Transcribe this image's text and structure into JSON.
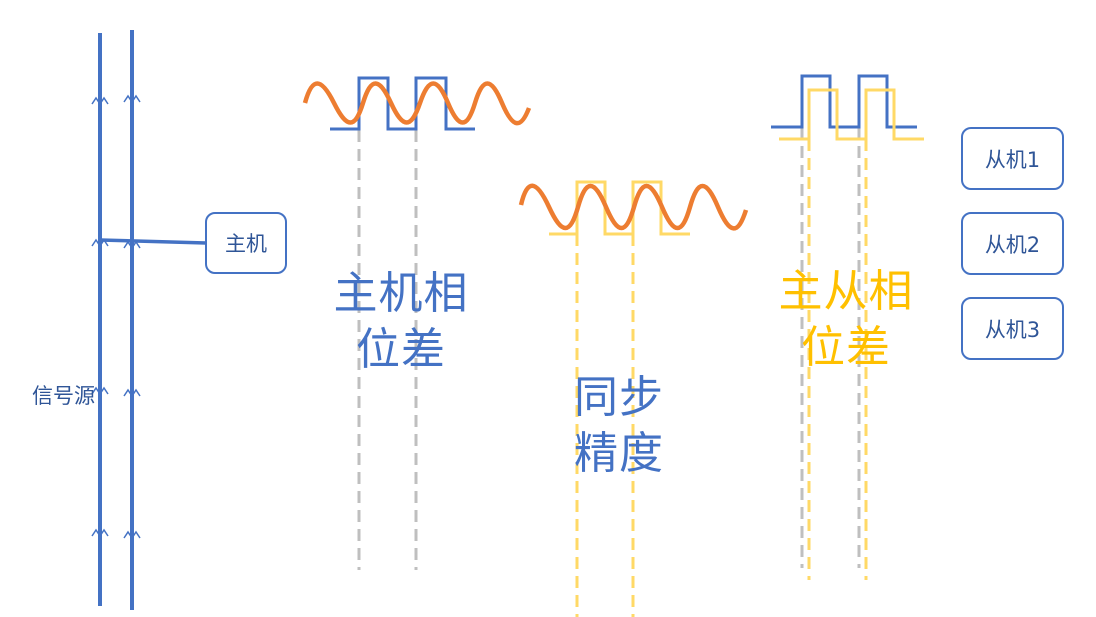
{
  "colors": {
    "bus": "#4472c4",
    "sine": "#ed7d31",
    "square_master": "#4472c4",
    "square_slave": "#ffd966",
    "guide_gray": "#bfbfbf",
    "guide_yellow": "#ffd966",
    "text_blue": "#2f5597",
    "text_yellow": "#ffc000"
  },
  "labels": {
    "signal_source": "信号源",
    "master_box": "主机",
    "master_phase_line1": "主机相",
    "master_phase_line2": "位差",
    "sync_precision_line1": "同步",
    "sync_precision_line2": "精度",
    "master_slave_phase_line1": "主从相",
    "master_slave_phase_line2": "位差"
  },
  "slaves": [
    {
      "label": "从机1"
    },
    {
      "label": "从机2"
    },
    {
      "label": "从机3"
    }
  ]
}
